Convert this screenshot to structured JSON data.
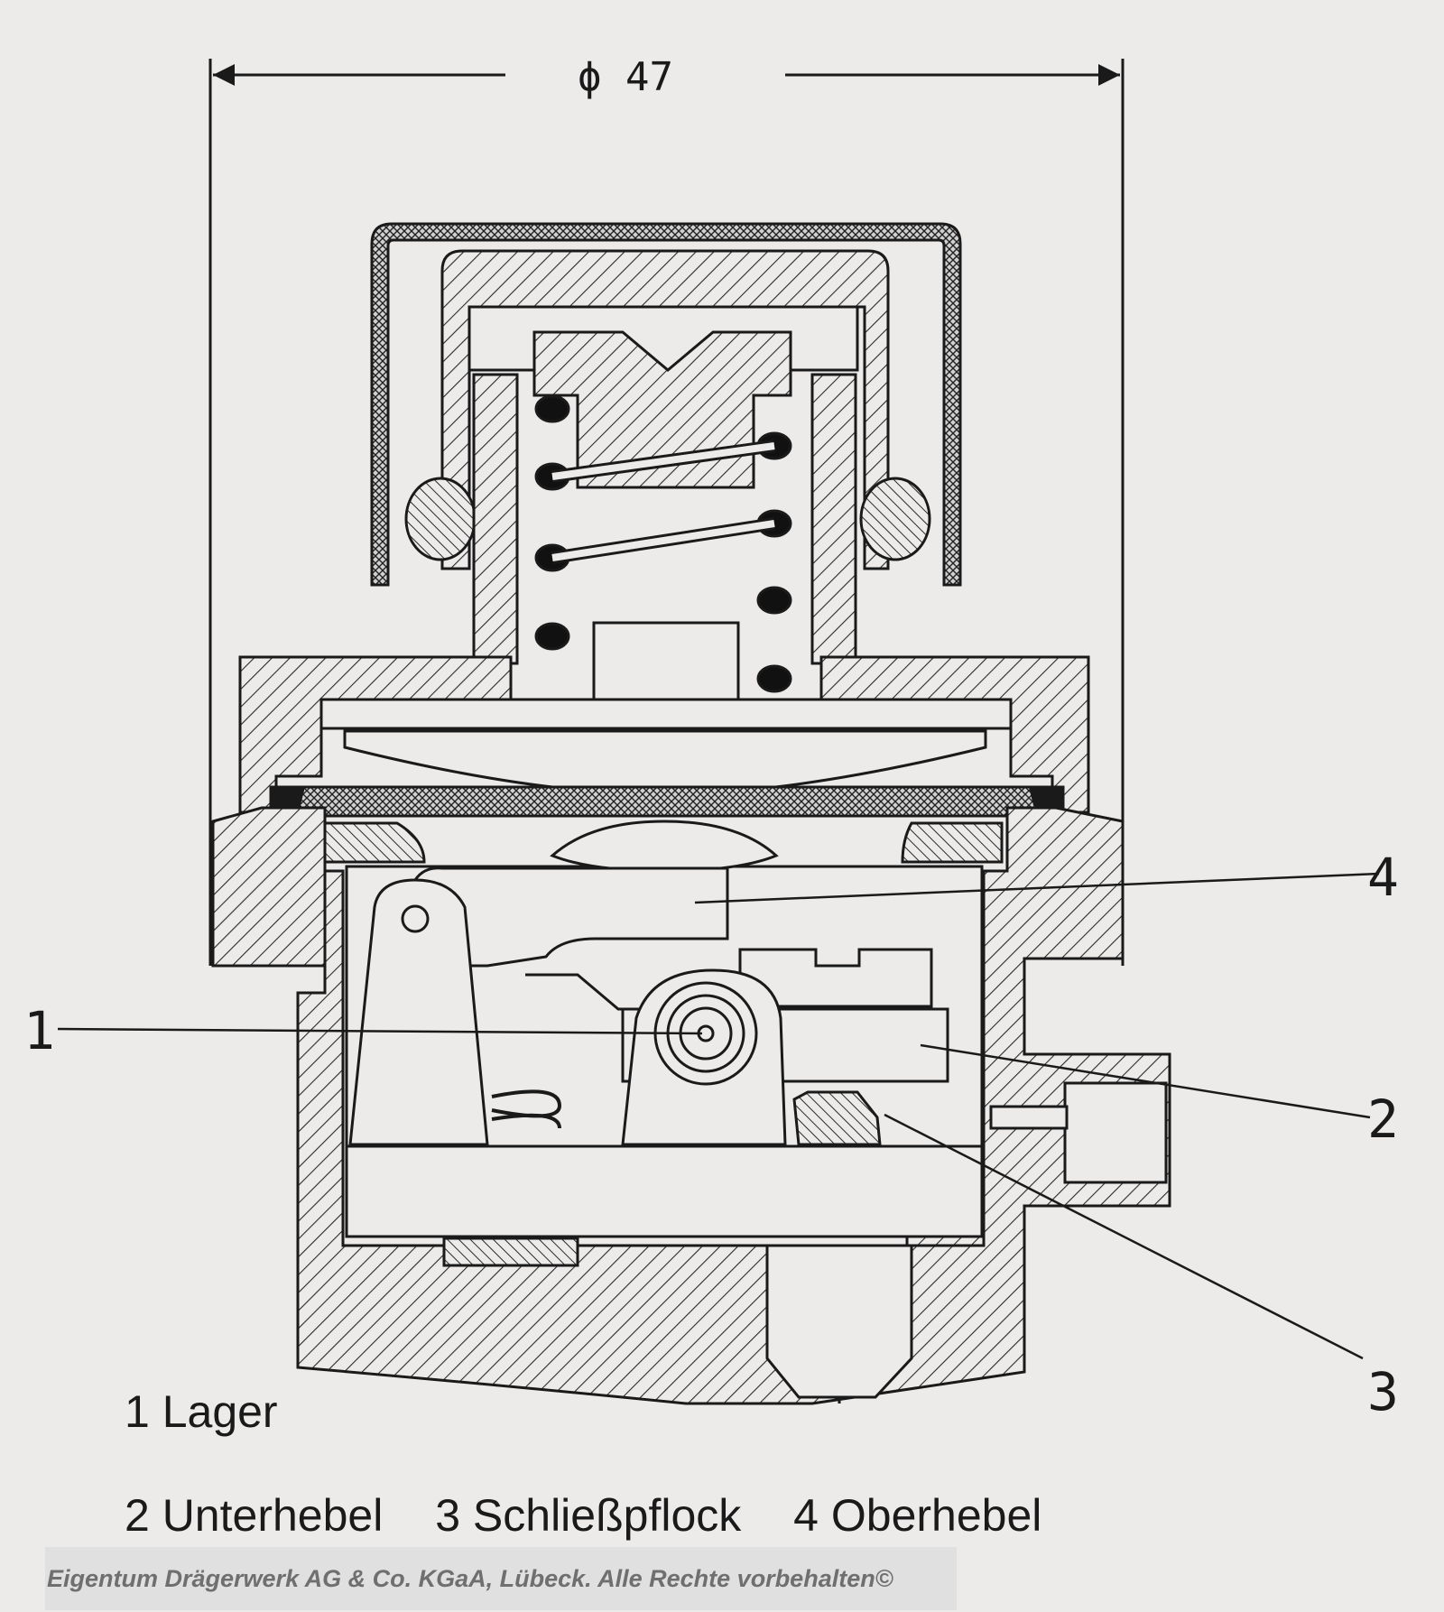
{
  "dimension": {
    "label": "ϕ 47"
  },
  "callouts": [
    {
      "number": "1"
    },
    {
      "number": "2"
    },
    {
      "number": "3"
    },
    {
      "number": "4"
    }
  ],
  "legend": {
    "item1": "1 Lager",
    "item2": "2 Unterhebel",
    "item3": "3 Schließpflock",
    "item4": "4 Oberhebel"
  },
  "copyright": "Eigentum Drägerwerk AG & Co. KGaA, Lübeck. Alle Rechte vorbehalten©"
}
